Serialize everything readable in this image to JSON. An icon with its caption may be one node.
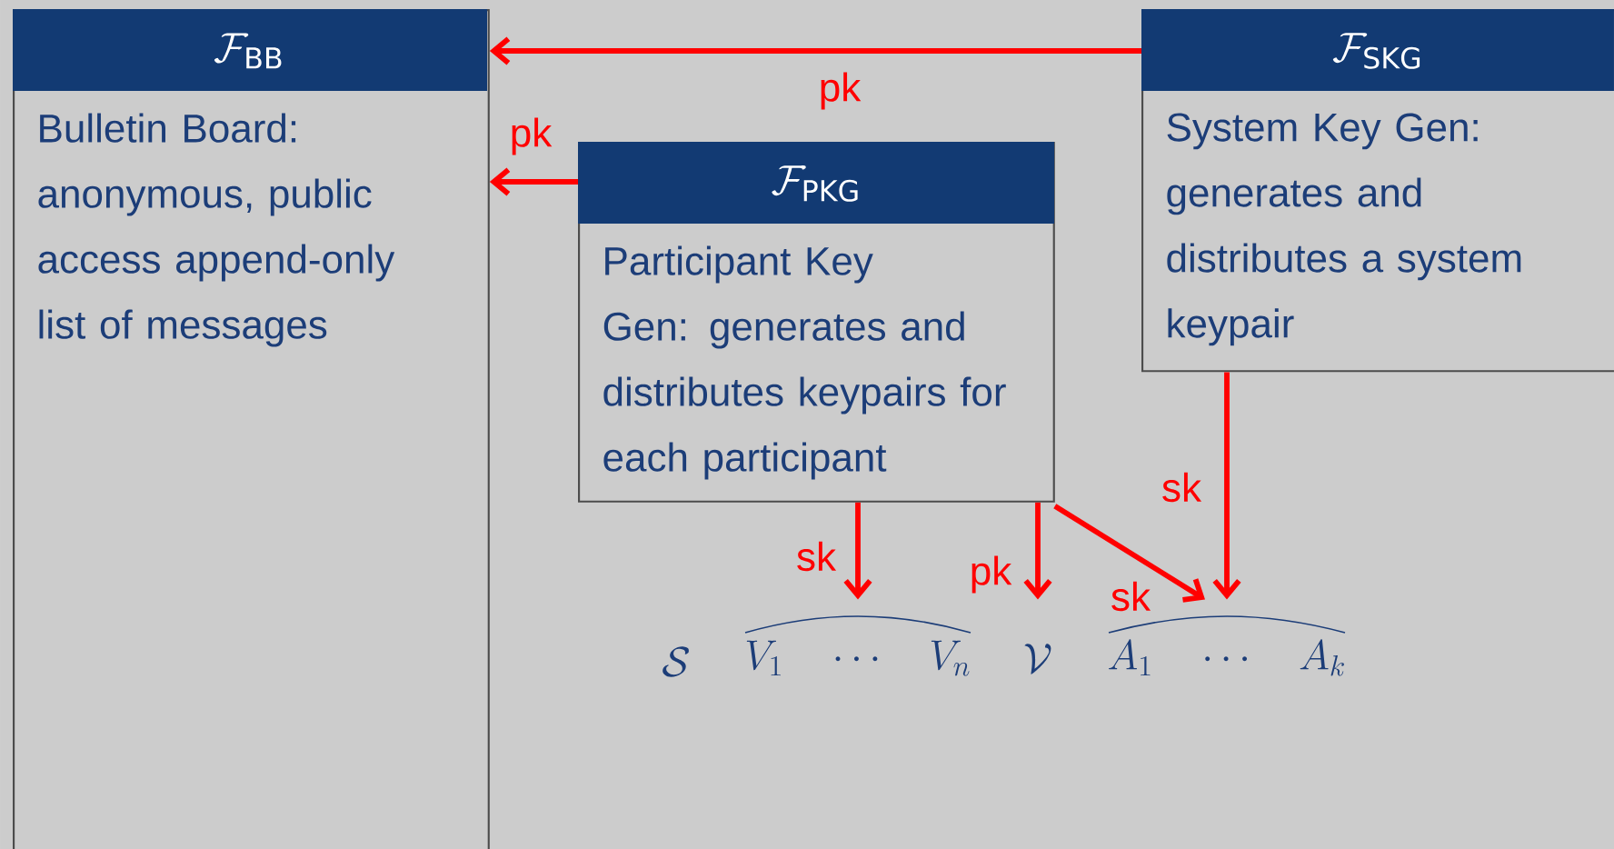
{
  "diagram": {
    "nodes": [
      {
        "text": [
          "\\mathcal{F}_{\\mathsf{BB}}",
          "Bulletin Board: anonymous, public access append-only list of messages"
        ]
      },
      {
        "text": [
          "\\mathcal{F}_{\\mathsf{PKG}}",
          "Participant Key Gen: generates and distributes keypairs for each participant"
        ]
      },
      {
        "text": [
          "\\mathcal{F}_{\\mathsf{SKG}}",
          "System Key Gen: generates and distributes a system keypair"
        ]
      },
      {
        "text": [
          "V_1 \\quad \\cdots \\quad V_n"
        ]
      },
      {
        "text": [
          "\\mathcal{V}"
        ]
      },
      {
        "text": [
          "A_1 \\quad \\cdots \\quad A_k"
        ]
      }
    ],
    "edges": [
      {
        "from": 2,
        "to": 0,
        "arrow": "to",
        "label": "pk"
      },
      {
        "from": 1,
        "to": 0,
        "arrow": "to",
        "label": "pk"
      },
      {
        "from": 1,
        "to": 3,
        "arrow": "to",
        "label": "sk"
      },
      {
        "from": 1,
        "to": 4,
        "arrow": "to",
        "label": "pk"
      },
      {
        "from": 1,
        "to": 5,
        "arrow": "to",
        "label": "sk"
      },
      {
        "from": 2,
        "to": 5,
        "arrow": "to",
        "label": "sk"
      }
    ],
    "labels": [
      "\\mathcal{S}"
    ]
  }
}
